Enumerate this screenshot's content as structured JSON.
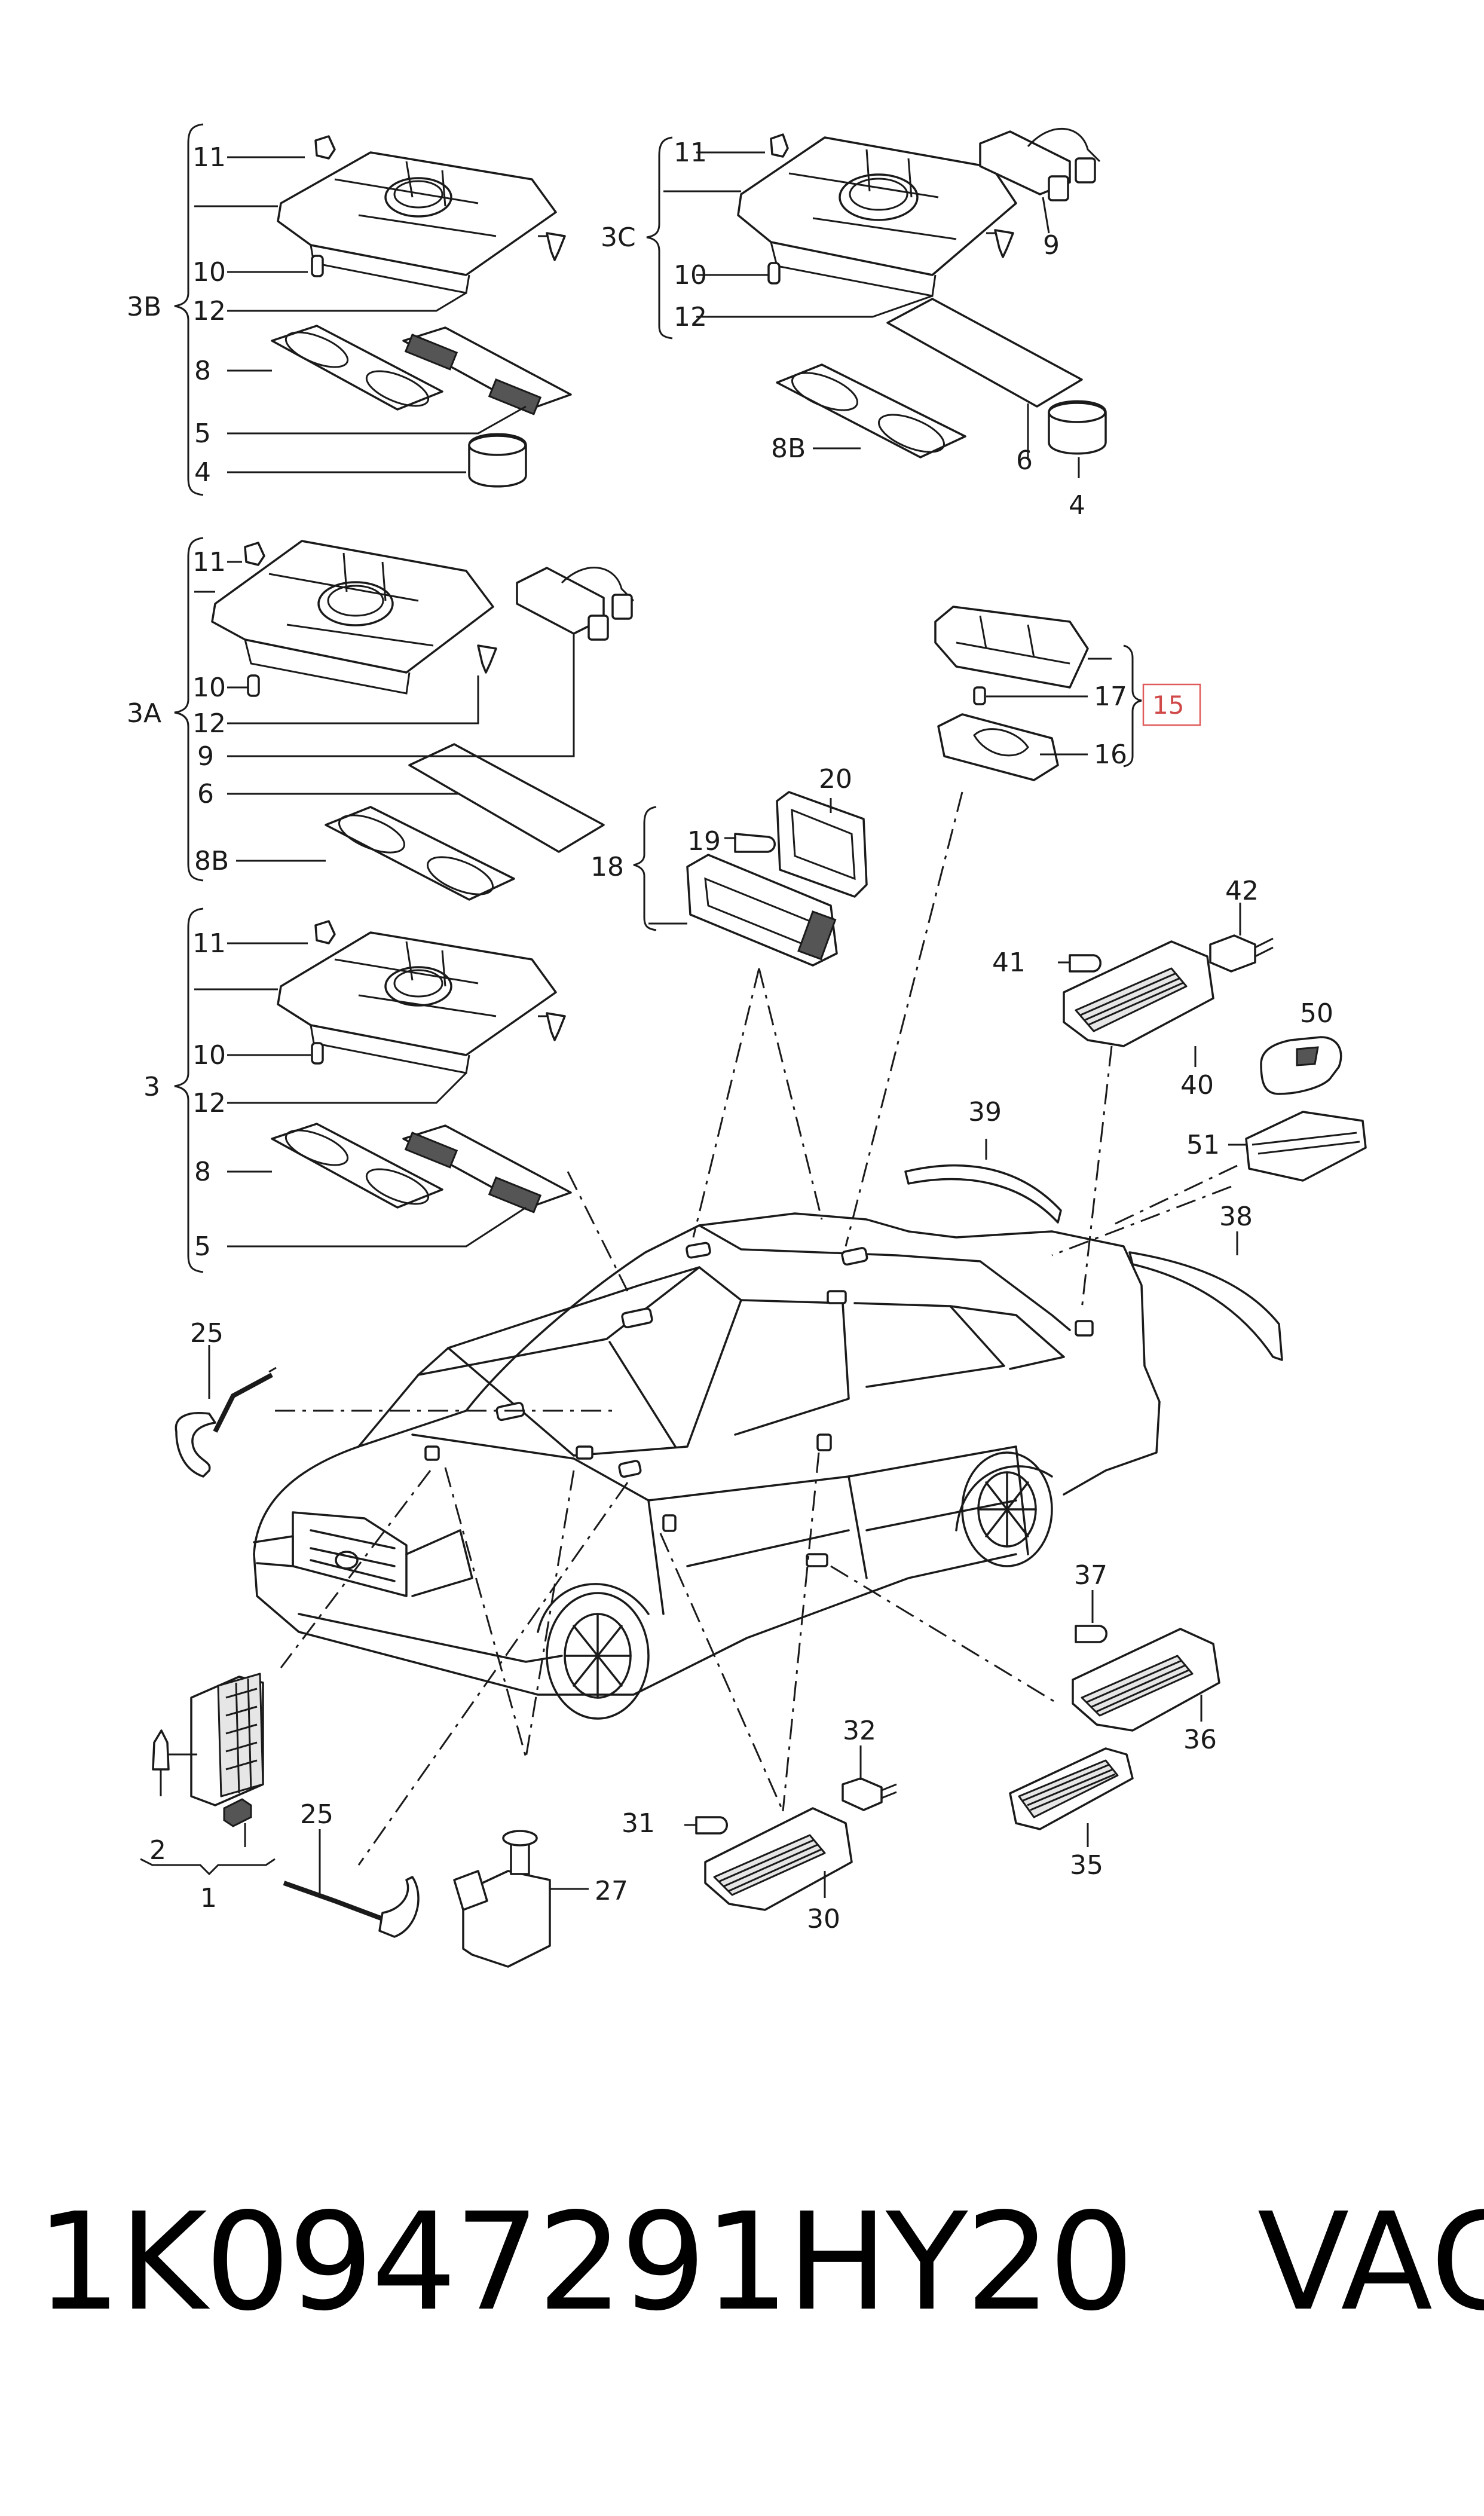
{
  "diagram": {
    "labels": {
      "l11a": "11",
      "l10a": "10",
      "l12a": "12",
      "l8a": "8",
      "l5a": "5",
      "l4a": "4",
      "g3B": "3B",
      "l11b": "11",
      "l10b": "10",
      "l12b": "12",
      "l9b": "9",
      "l8Bb": "8B",
      "l6b": "6",
      "l4b": "4",
      "g3C": "3C",
      "l11c": "11",
      "l10c": "10",
      "l12c": "12",
      "l9c": "9",
      "l6c": "6",
      "l8Bc": "8B",
      "g3A": "3A",
      "l11d": "11",
      "l10d": "10",
      "l12d": "12",
      "l8d": "8",
      "l5d": "5",
      "g3": "3",
      "l17": "17",
      "l16": "16",
      "g15": "15",
      "l20": "20",
      "l19": "19",
      "g18": "18",
      "l42": "42",
      "l41": "41",
      "l40": "40",
      "l50": "50",
      "l51": "51",
      "l39": "39",
      "l38": "38",
      "l25a": "25",
      "l25b": "25",
      "l2": "2",
      "g1": "1",
      "l27": "27",
      "l31": "31",
      "l32": "32",
      "l30": "30",
      "l37": "37",
      "l36": "36",
      "l35": "35"
    },
    "highlight_color": "#e05a5a"
  },
  "footer": {
    "part_number": "1K0947291HY20",
    "brand": "VAG"
  }
}
